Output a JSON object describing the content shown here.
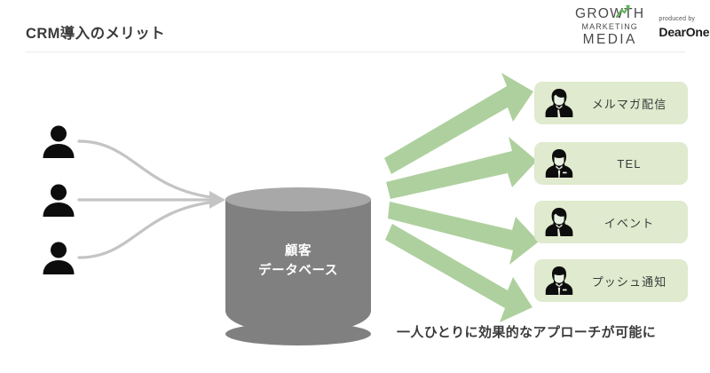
{
  "header": {
    "title": "CRM導入のメリット",
    "brand": {
      "line1": "GROWTH",
      "line2": "MARKETING",
      "line3": "MEDIA",
      "produced_by": "produced by",
      "company": "DearOne",
      "accent_color": "#5fb55b"
    }
  },
  "diagram": {
    "sources": [
      {
        "icon": "person-icon",
        "label": ""
      },
      {
        "icon": "person-icon",
        "label": ""
      },
      {
        "icon": "person-icon",
        "label": ""
      }
    ],
    "database": {
      "line1": "顧客",
      "line2": "データベース",
      "body_color": "#808080",
      "top_color": "#a8a8a8"
    },
    "arrow_color": "#aed09e",
    "card_color": "#dfeace",
    "channels": [
      {
        "label": "メルマガ配信",
        "icon": "woman-icon"
      },
      {
        "label": "TEL",
        "icon": "man-icon"
      },
      {
        "label": "イベント",
        "icon": "woman-icon"
      },
      {
        "label": "プッシュ通知",
        "icon": "man-icon"
      }
    ]
  },
  "caption": "一人ひとりに効果的なアプローチが可能に"
}
